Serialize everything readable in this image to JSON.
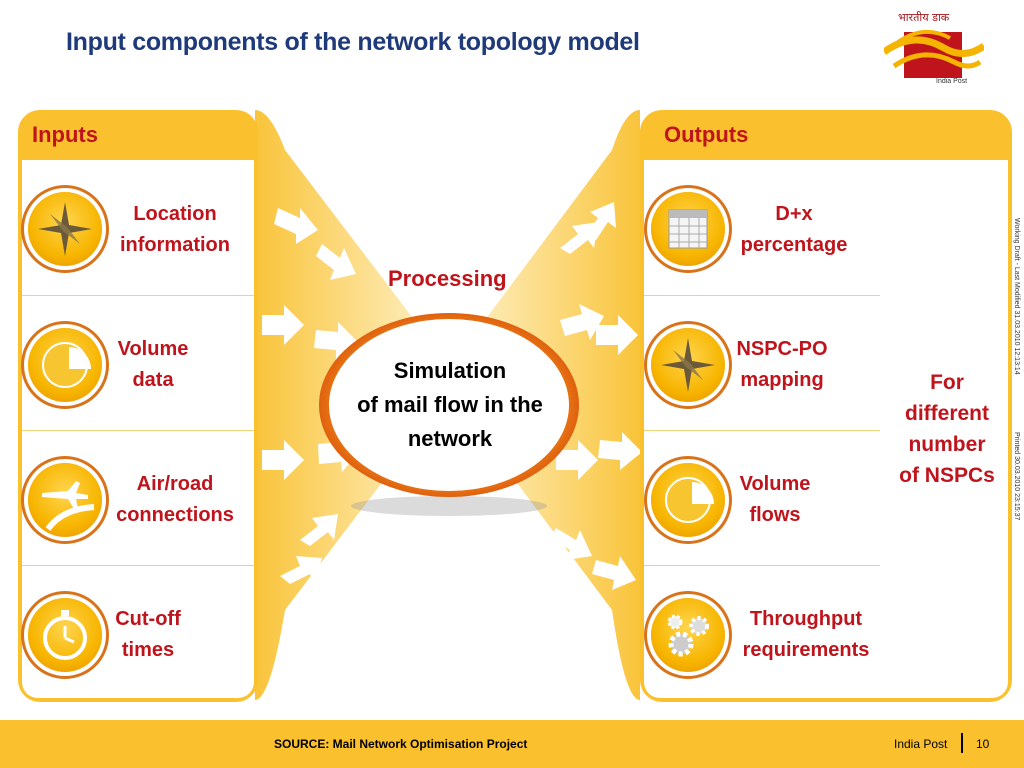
{
  "title": "Input components of the network topology model",
  "logo": {
    "text": "भारतीय डाक",
    "caption": "India Post"
  },
  "side_notes": {
    "working_draft": "Working Draft - Last Modified 31.03.2010 12:13:14",
    "printed": "Printed 30.03.2010 23:15:37"
  },
  "inputs": {
    "heading": "Inputs",
    "items": [
      {
        "line1": "Location",
        "line2": "information",
        "icon": "compass-icon"
      },
      {
        "line1": "Volume",
        "line2": "data",
        "icon": "pie-chart-icon"
      },
      {
        "line1": "Air/road",
        "line2": "connections",
        "icon": "airplane-road-icon"
      },
      {
        "line1": "Cut-off",
        "line2": "times",
        "icon": "stopwatch-icon"
      }
    ]
  },
  "processing": {
    "heading": "Processing",
    "line1": "Simulation",
    "line2": "of mail flow in the",
    "line3": "network"
  },
  "outputs": {
    "heading": "Outputs",
    "items": [
      {
        "line1": "D+x",
        "line2": "percentage",
        "icon": "calendar-icon"
      },
      {
        "line1": "NSPC-PO",
        "line2": "mapping",
        "icon": "compass-icon"
      },
      {
        "line1": "Volume",
        "line2": "flows",
        "icon": "pie-chart-icon"
      },
      {
        "line1": "Throughput",
        "line2": "requirements",
        "icon": "gears-icon"
      }
    ]
  },
  "bracket_note": {
    "line1": "For",
    "line2": "different",
    "line3": "number",
    "line4": "of NSPCs"
  },
  "footer": {
    "source": "SOURCE: Mail Network Optimisation Project",
    "brand": "India Post",
    "page": "10"
  },
  "colors": {
    "title": "#1f3a7a",
    "accent_red": "#c0141c",
    "panel_yellow": "#fbc02d",
    "icon_ring": "#d9731a"
  }
}
